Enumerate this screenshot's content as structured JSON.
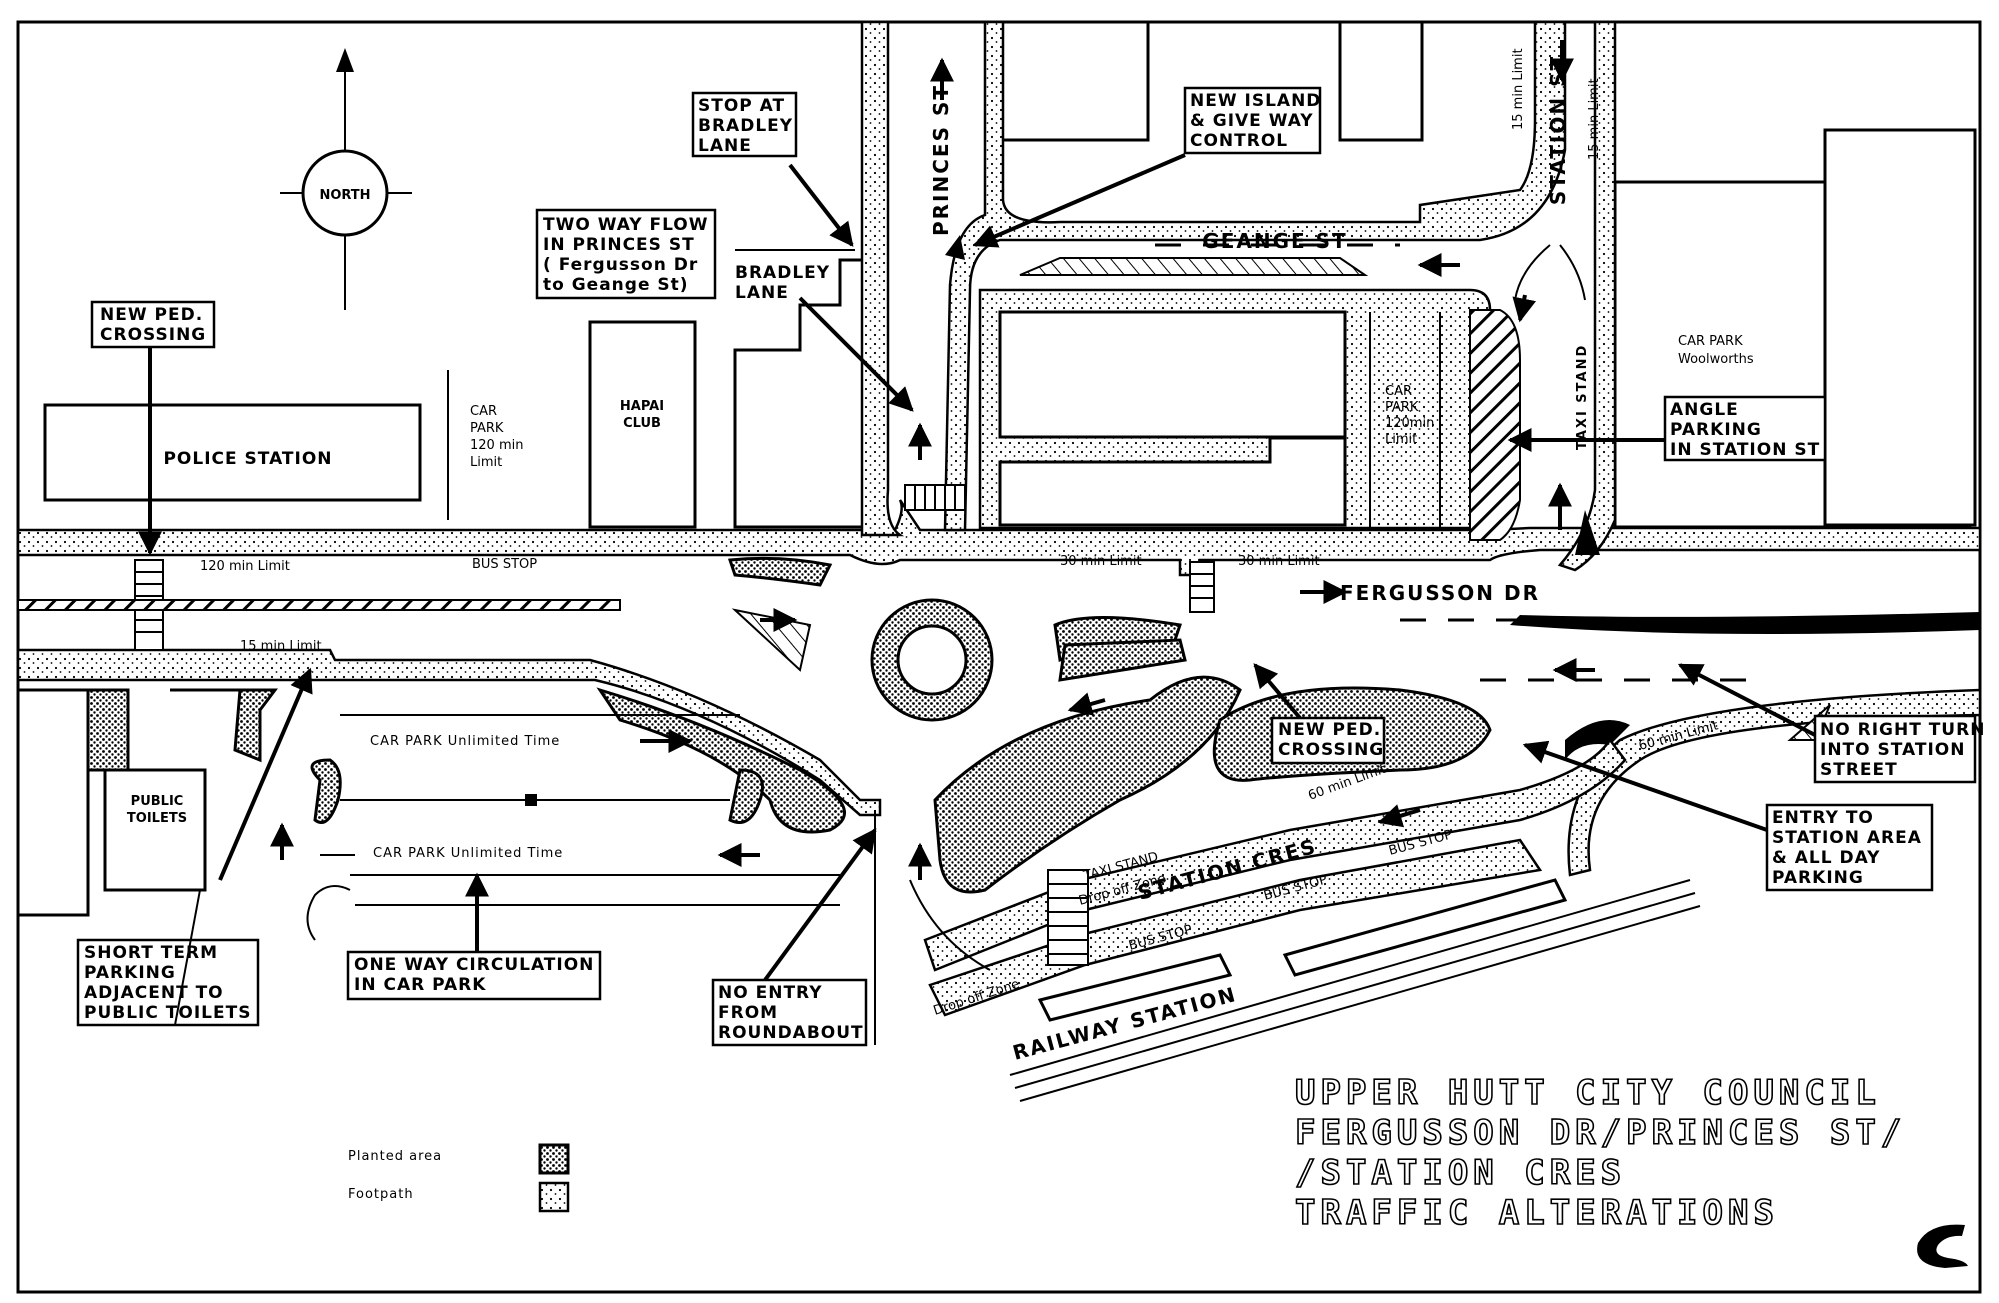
{
  "north": "NORTH",
  "buildings": {
    "police_station": "POLICE STATION",
    "hapai_club": "HAPAI\nCLUB",
    "car_park_120_left": "CAR\nPARK\n120 min\nLimit",
    "car_park_120_center": "CAR\nPARK\n120min\nLimit",
    "car_park_woolworths": "CAR PARK\nWoolworths",
    "public_toilets": "PUBLIC\nTOILETS"
  },
  "streets": {
    "princes": "PRINCES ST",
    "station": "STATION ST",
    "geange": "GEANGE ST",
    "fergusson": "FERGUSSON DR",
    "bradley": "BRADLEY\nLANE",
    "station_cres": "STATION CRES",
    "railway": "RAILWAY STATION"
  },
  "limits": {
    "l120": "120 min Limit",
    "bus_stop": "BUS STOP",
    "l15": "15 min Limit",
    "l30a": "30 min Limit",
    "l30b": "30 min Limit",
    "l60a": "60 min Limit",
    "l60b": "60 min Limit",
    "station_15a": "15 min Limit",
    "station_15b": "15 min Limit",
    "taxi_stand_v": "TAXI STAND",
    "taxi_stand": "TAXI STAND",
    "drop_off": "Drop off Zone",
    "drop_off_2": "Drop off Zone",
    "bus_stop_1": "BUS STOP",
    "bus_stop_2": "BUS STOP",
    "bus_stop_3": "BUS STOP"
  },
  "car_park_rows": {
    "row1": "CAR PARK Unlimited Time",
    "row2": "CAR PARK Unlimited Time"
  },
  "callouts": {
    "new_ped_left": "NEW PED.\nCROSSING",
    "two_way": "TWO WAY FLOW\nIN PRINCES ST\n( Fergusson Dr\nto Geange St)",
    "stop_bradley": "STOP AT\nBRADLEY\nLANE",
    "new_island": "NEW ISLAND\n& GIVE WAY\nCONTROL",
    "angle_parking": "ANGLE\nPARKING\nIN STATION ST",
    "new_ped_right": "NEW PED.\nCROSSING",
    "no_right_turn": "NO RIGHT TURN\nINTO STATION\nSTREET",
    "entry_station": "ENTRY TO\nSTATION AREA\n& ALL DAY\nPARKING",
    "short_term": "SHORT TERM\nPARKING\nADJACENT TO\nPUBLIC TOILETS",
    "one_way": "ONE WAY CIRCULATION\nIN CAR PARK",
    "no_entry": "NO ENTRY\nFROM\nROUNDABOUT"
  },
  "title": {
    "line1": "UPPER HUTT CITY COUNCIL",
    "line2": "FERGUSSON DR/PRINCES ST/",
    "line3": "/STATION CRES",
    "line4": "TRAFFIC ALTERATIONS"
  },
  "legend": {
    "planted": "Planted area",
    "footpath": "Footpath"
  }
}
